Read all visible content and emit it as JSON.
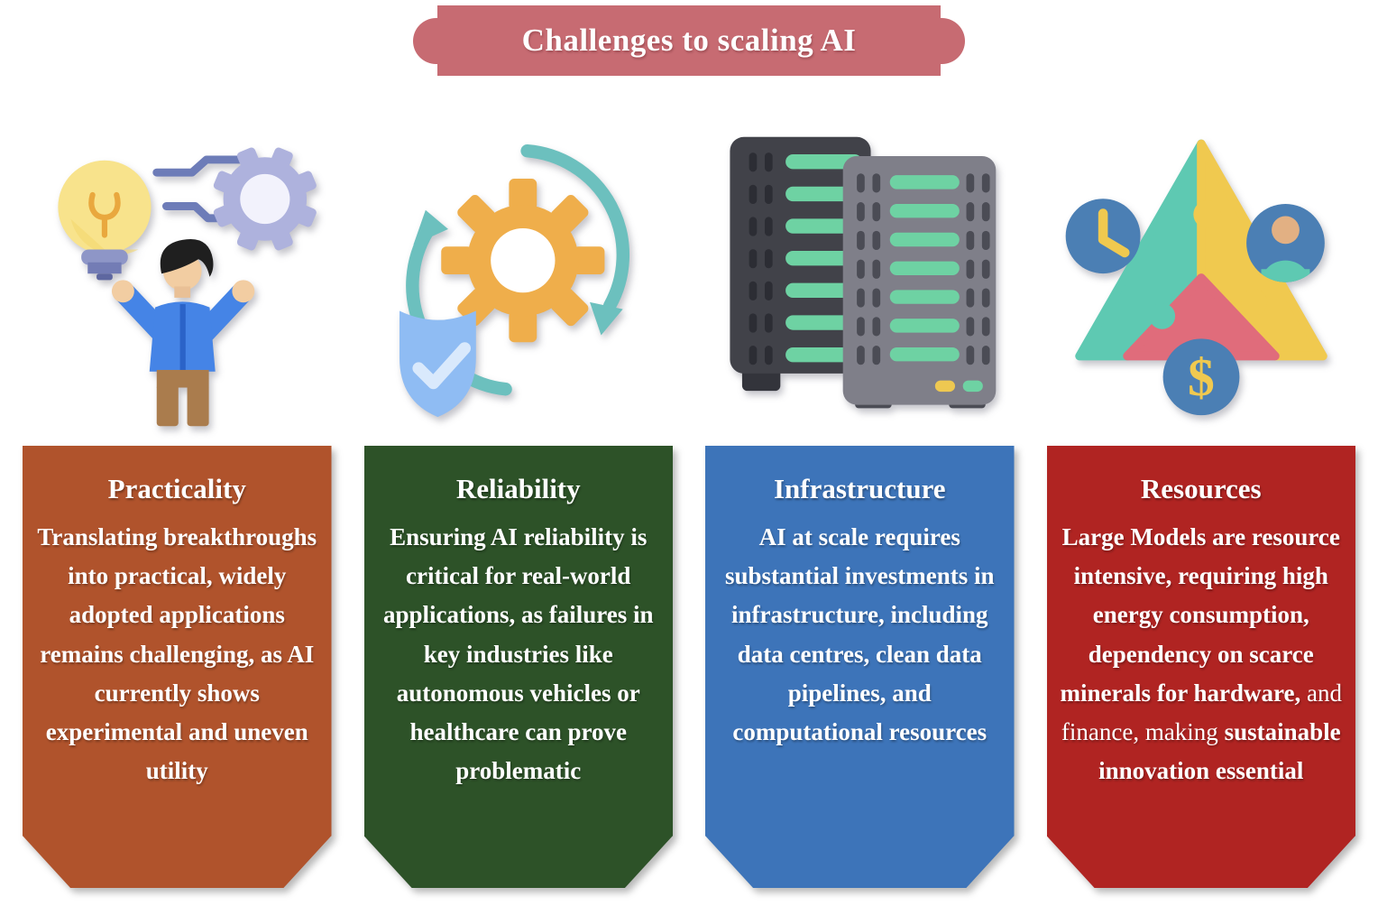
{
  "title": {
    "text": "Challenges to scaling AI",
    "bg": "#C76B72",
    "text_color": "#FFFFFF"
  },
  "columns": [
    {
      "id": "practicality",
      "icon": "person-lightbulb-gear-icon",
      "heading": "Practicality",
      "body": "Translating breakthroughs into practical, widely adopted applications remains challenging, as AI currently shows experimental and uneven utility",
      "color": "#B0532C",
      "text_color": "#FFFFFF"
    },
    {
      "id": "reliability",
      "icon": "shield-gear-cycle-icon",
      "heading": "Reliability",
      "body": "Ensuring AI reliability is critical for real-world applications, as failures in key industries like autonomous vehicles or healthcare can prove problematic",
      "color": "#2D5228",
      "text_color": "#FFFFFF"
    },
    {
      "id": "infrastructure",
      "icon": "server-racks-icon",
      "heading": "Infrastructure",
      "body": "AI at scale requires substantial investments in infrastructure, including data centres, clean data pipelines, and computational resources",
      "color": "#3D74B9",
      "text_color": "#FFFFFF"
    },
    {
      "id": "resources",
      "icon": "triangle-puzzle-time-people-money-icon",
      "heading": "Resources",
      "body_segments": [
        {
          "text": "Large Models are resource intensive, requiring high energy consumption, dependency on scarce minerals for hardware,",
          "weight": "bold"
        },
        {
          "text": " and finance, making ",
          "weight": "regular"
        },
        {
          "text": "sustainable innovation essential",
          "weight": "bold"
        }
      ],
      "color": "#B02422",
      "text_color": "#FFFFFF"
    }
  ],
  "icon_colors": {
    "bulb_yellow": "#F8E38C",
    "filament_orange": "#E9A83E",
    "bulb_base_lavender": "#8E96C7",
    "circuit_slate": "#6D7CB8",
    "gear_lavender": "#AEB2DD",
    "person_shirt_blue": "#4584E6",
    "person_pants_brown": "#AA7C4D",
    "skin_tan": "#F2CDA2",
    "cycle_teal": "#6CC0BE",
    "gear_orange": "#EFAE4B",
    "shield_blue": "#8FBCF3",
    "check_light": "#D9E9FC",
    "server_dark": "#414249",
    "server_gray": "#7F7F89",
    "server_bar_green": "#6ED2A3",
    "indicator_yellow": "#EEC851",
    "puzzle_teal": "#5EC9B2",
    "puzzle_yellow": "#F0C94F",
    "puzzle_pink": "#E06C7B",
    "badge_blue": "#4B7FB4"
  }
}
